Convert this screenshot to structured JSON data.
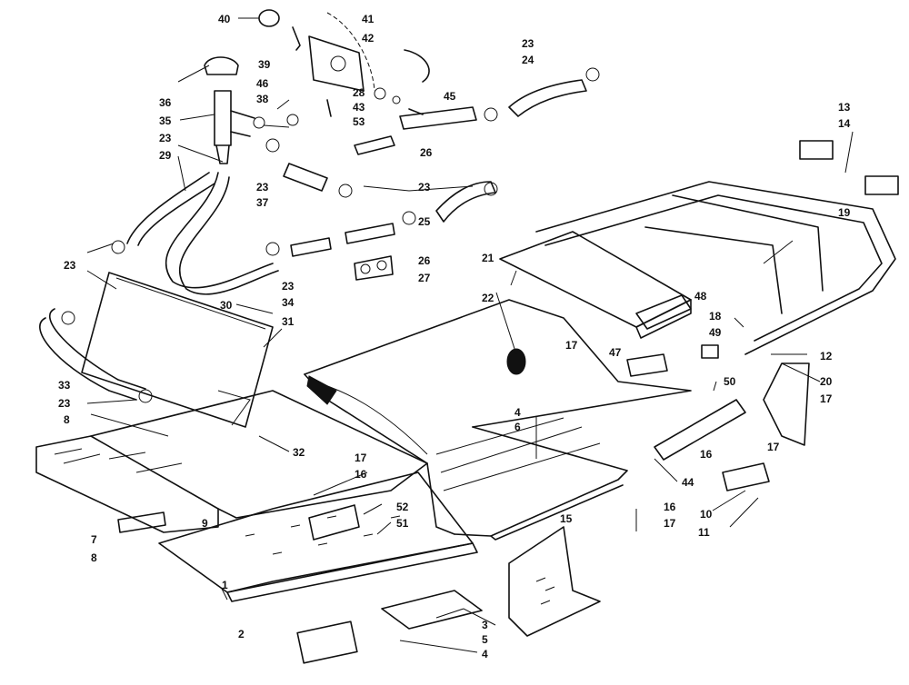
{
  "diagram": {
    "labels": [
      {
        "id": "l40",
        "text": "40"
      },
      {
        "id": "l41",
        "text": "41"
      },
      {
        "id": "l42",
        "text": "42"
      },
      {
        "id": "l39",
        "text": "39"
      },
      {
        "id": "l36",
        "text": "36"
      },
      {
        "id": "l46",
        "text": "46"
      },
      {
        "id": "l38",
        "text": "38"
      },
      {
        "id": "l28",
        "text": "28"
      },
      {
        "id": "l43",
        "text": "43"
      },
      {
        "id": "l53",
        "text": "53"
      },
      {
        "id": "l45",
        "text": "45"
      },
      {
        "id": "l23a",
        "text": "23"
      },
      {
        "id": "l24",
        "text": "24"
      },
      {
        "id": "l35",
        "text": "35"
      },
      {
        "id": "l23b",
        "text": "23"
      },
      {
        "id": "l29",
        "text": "29"
      },
      {
        "id": "l26a",
        "text": "26"
      },
      {
        "id": "l23c",
        "text": "23"
      },
      {
        "id": "l37",
        "text": "37"
      },
      {
        "id": "l23d",
        "text": "23"
      },
      {
        "id": "l25",
        "text": "25"
      },
      {
        "id": "l26b",
        "text": "26"
      },
      {
        "id": "l27",
        "text": "27"
      },
      {
        "id": "l23e",
        "text": "23"
      },
      {
        "id": "l23f",
        "text": "23"
      },
      {
        "id": "l34",
        "text": "34"
      },
      {
        "id": "l30",
        "text": "30"
      },
      {
        "id": "l31",
        "text": "31"
      },
      {
        "id": "l21",
        "text": "21"
      },
      {
        "id": "l22",
        "text": "22"
      },
      {
        "id": "l48",
        "text": "48"
      },
      {
        "id": "l13",
        "text": "13"
      },
      {
        "id": "l14",
        "text": "14"
      },
      {
        "id": "l19",
        "text": "19"
      },
      {
        "id": "l18",
        "text": "18"
      },
      {
        "id": "l49",
        "text": "49"
      },
      {
        "id": "l17a",
        "text": "17"
      },
      {
        "id": "l47",
        "text": "47"
      },
      {
        "id": "l12",
        "text": "12"
      },
      {
        "id": "l20",
        "text": "20"
      },
      {
        "id": "l50",
        "text": "50"
      },
      {
        "id": "l17b",
        "text": "17"
      },
      {
        "id": "l33",
        "text": "33"
      },
      {
        "id": "l23g",
        "text": "23"
      },
      {
        "id": "l8a",
        "text": "8"
      },
      {
        "id": "l32",
        "text": "32"
      },
      {
        "id": "l4a",
        "text": "4"
      },
      {
        "id": "l6",
        "text": "6"
      },
      {
        "id": "l16a",
        "text": "16"
      },
      {
        "id": "l17c",
        "text": "17"
      },
      {
        "id": "l44",
        "text": "44"
      },
      {
        "id": "l17d",
        "text": "17"
      },
      {
        "id": "l16b",
        "text": "16"
      },
      {
        "id": "l52",
        "text": "52"
      },
      {
        "id": "l51",
        "text": "51"
      },
      {
        "id": "l9",
        "text": "9"
      },
      {
        "id": "l7",
        "text": "7"
      },
      {
        "id": "l8b",
        "text": "8"
      },
      {
        "id": "l15",
        "text": "15"
      },
      {
        "id": "l16c",
        "text": "16"
      },
      {
        "id": "l17e",
        "text": "17"
      },
      {
        "id": "l10",
        "text": "10"
      },
      {
        "id": "l11",
        "text": "11"
      },
      {
        "id": "l1",
        "text": "1"
      },
      {
        "id": "l3",
        "text": "3"
      },
      {
        "id": "l2",
        "text": "2"
      },
      {
        "id": "l5",
        "text": "5"
      },
      {
        "id": "l4b",
        "text": "4"
      }
    ]
  }
}
